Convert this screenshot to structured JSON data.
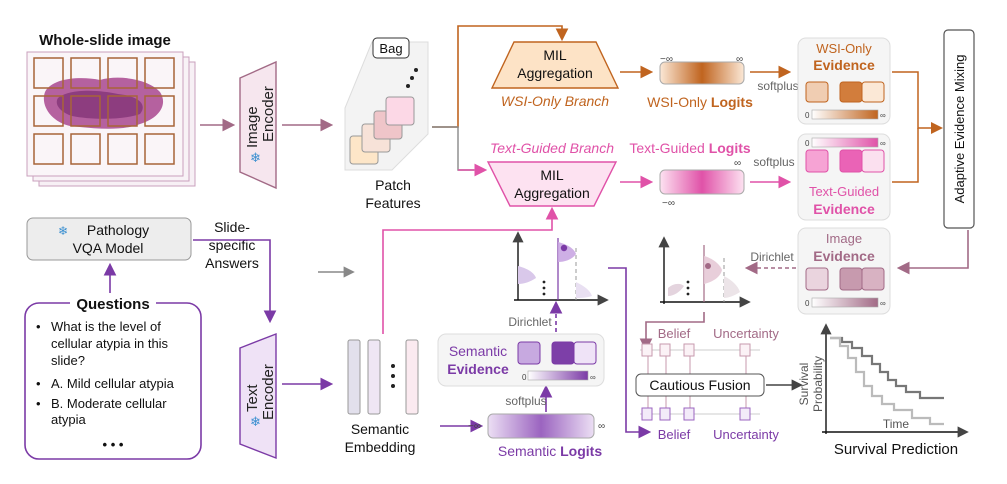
{
  "wsi": {
    "title": "Whole-slide image"
  },
  "pathology_vqa": {
    "label_line1": "Pathology",
    "label_line2": "VQA Model"
  },
  "slide_answers": {
    "line1": "Slide-",
    "line2": "specific",
    "line3": "Answers"
  },
  "questions": {
    "title": "Questions",
    "q1_lines": [
      "What is the level of",
      "cellular atypia in this",
      "slide?"
    ],
    "optA": "A. Mild cellular atypia",
    "optB_lines": [
      "B. Moderate cellular",
      "atypia"
    ],
    "ellipsis": "• • •",
    "bullet": "•"
  },
  "image_encoder": {
    "line1": "Image",
    "line2": "Encoder"
  },
  "text_encoder": {
    "line1": "Text",
    "line2": "Encoder"
  },
  "bag": {
    "label": "Bag",
    "caption_line1": "Patch",
    "caption_line2": "Features"
  },
  "semantic_embedding": {
    "line1": "Semantic",
    "line2": "Embedding"
  },
  "mil_top": {
    "line1": "MIL",
    "line2": "Aggregation",
    "branch": "WSI-Only Branch"
  },
  "mil_mid": {
    "line1": "MIL",
    "line2": "Aggregation",
    "branch": "Text-Guided Branch"
  },
  "wsi_logits": {
    "prefix": "WSI-Only ",
    "bold": "Logits",
    "neg_inf": "−∞",
    "pos_inf": "∞"
  },
  "text_logits": {
    "prefix": "Text-Guided ",
    "bold": "Logits",
    "neg_inf": "−∞",
    "pos_inf": "∞"
  },
  "semantic_logits": {
    "prefix": "Semantic ",
    "bold": "Logits",
    "neg_inf": "−∞",
    "pos_inf": "∞"
  },
  "softplus": "softplus",
  "dirichlet": "Dirichlet",
  "wsi_evidence": {
    "line1": "WSI-Only",
    "line2": "Evidence",
    "zero": "0",
    "inf": "∞"
  },
  "text_evidence": {
    "line1": "Text-Guided",
    "line2": "Evidence",
    "zero": "0",
    "inf": "∞"
  },
  "image_evidence": {
    "line1": "Image",
    "line2": "Evidence",
    "zero": "0",
    "inf": "∞"
  },
  "semantic_evidence": {
    "line1": "Semantic",
    "line2": "Evidence",
    "zero": "0",
    "inf": "∞"
  },
  "adaptive_mixing": "Adaptive Evidence Mixing",
  "belief": "Belief",
  "uncertainty": "Uncertainty",
  "cautious_fusion": "Cautious Fusion",
  "survival": {
    "ylabel_line1": "Survival",
    "ylabel_line2": "Probability",
    "xlabel": "Time",
    "caption": "Survival Prediction"
  },
  "colors": {
    "orange": "#c0641f",
    "pink": "#e052a8",
    "purple": "#7b3aa6",
    "mauve": "#a26a86",
    "gray": "#888888"
  }
}
